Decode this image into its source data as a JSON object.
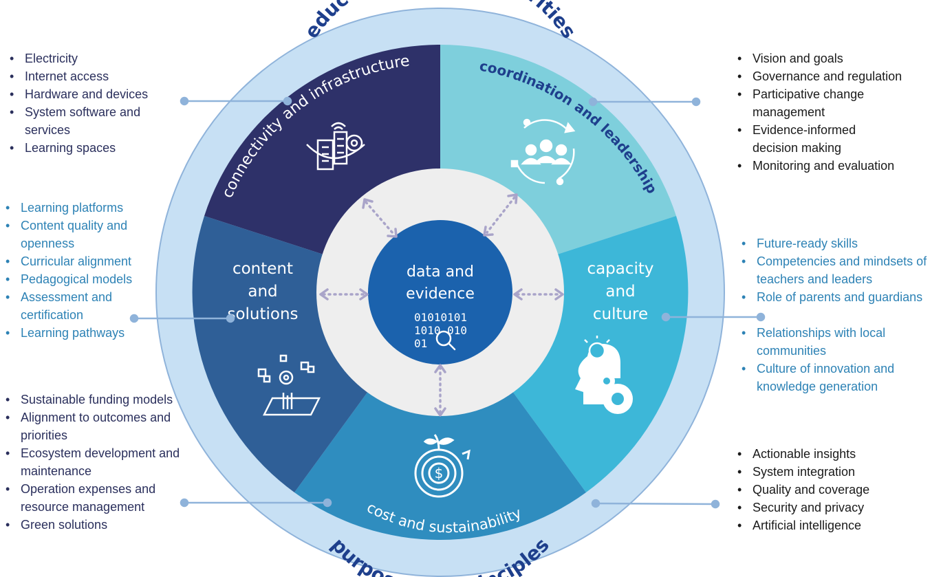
{
  "ring": {
    "top_label": "education system priorities",
    "bottom_label": "purpose and principles"
  },
  "center": {
    "title_line1": "data and",
    "title_line2": "evidence",
    "binary_line1": "01010101",
    "binary_line2": "1010 010",
    "binary_line3": "01"
  },
  "segments": {
    "connectivity": {
      "label": "connectivity and infrastructure",
      "icon": "smart-city-icon",
      "color": "#2e3169"
    },
    "coordination": {
      "label": "coordination and leadership",
      "icon": "team-cycle-icon",
      "color": "#7ecfdc"
    },
    "capacity": {
      "line1": "capacity",
      "line2": "and",
      "line3": "culture",
      "icon": "head-lightbulb-gears-icon",
      "color": "#3db7d8"
    },
    "cost": {
      "label": "cost and sustainability",
      "icon": "money-growth-icon",
      "color": "#2f8dbf"
    },
    "content": {
      "line1": "content",
      "line2": "and",
      "line3": "solutions",
      "icon": "digital-content-icon",
      "color": "#2f5f97"
    }
  },
  "lists": {
    "top_left": [
      "Electricity",
      "Internet access",
      "Hardware and devices",
      "System software and services",
      "Learning spaces"
    ],
    "mid_left": [
      "Learning platforms",
      "Content quality and openness",
      "Curricular alignment",
      "Pedagogical models",
      "Assessment and certification",
      "Learning pathways"
    ],
    "bottom_left": [
      "Sustainable funding models",
      "Alignment to outcomes and priorities",
      "Ecosystem development and maintenance",
      "Operation expenses and resource management",
      "Green solutions"
    ],
    "top_right": [
      "Vision and goals",
      "Governance and regulation",
      "Participative change management",
      "Evidence-informed decision making",
      "Monitoring and evaluation"
    ],
    "mid_right_a": [
      "Future-ready skills",
      "Competencies and mindsets of teachers and leaders",
      "Role of parents and guardians"
    ],
    "mid_right_b": [
      "Relationships with local communities",
      "Culture of innovation and knowledge generation"
    ],
    "bottom_right": [
      "Actionable insights",
      "System integration",
      "Quality and coverage",
      "Security and privacy",
      "Artificial intelligence"
    ]
  },
  "colors": {
    "outer_ring": "#c7e0f4",
    "ring_border": "#8fb3da",
    "inner_circle": "#eeeeee",
    "center_circle": "#1b62ad",
    "ring_text": "#1e3f8c",
    "arrow": "#a9a4c9",
    "connector": "#8fb3da"
  }
}
